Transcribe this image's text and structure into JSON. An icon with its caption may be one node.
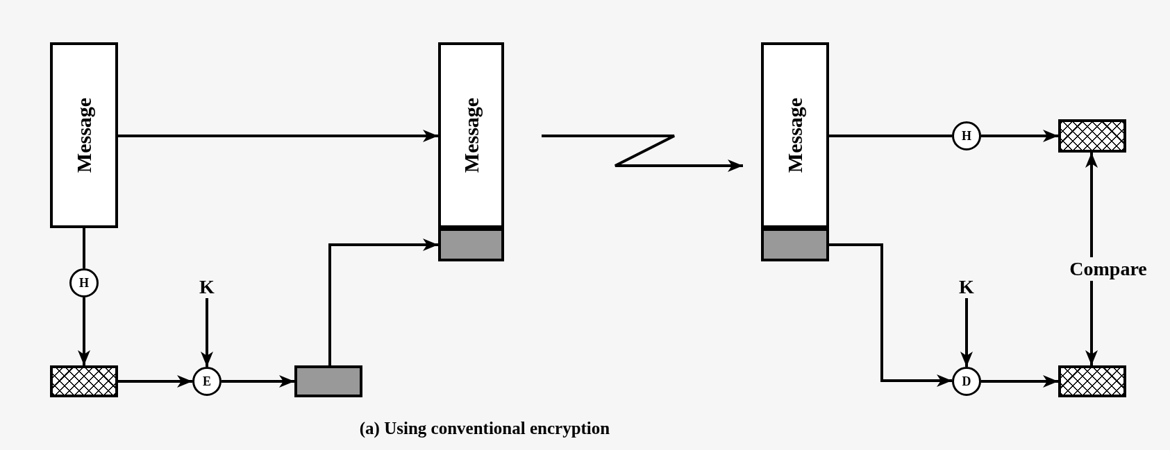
{
  "diagram": {
    "caption": "(a) Using conventional encryption",
    "nodes": [
      {
        "text": [
          "Message"
        ]
      },
      {
        "text": [
          "H"
        ]
      },
      {
        "text": [],
        "shape": "box"
      },
      {
        "text": [
          "K"
        ]
      },
      {
        "text": [
          "E"
        ]
      },
      {
        "text": [],
        "shape": "box"
      },
      {
        "text": [
          "Message"
        ]
      },
      {
        "text": [],
        "shape": "box"
      },
      {
        "text": [
          "Message"
        ]
      },
      {
        "text": [],
        "shape": "box"
      },
      {
        "text": [
          "H"
        ]
      },
      {
        "text": [],
        "shape": "box"
      },
      {
        "text": [
          "Compare"
        ]
      },
      {
        "text": [
          "K"
        ]
      },
      {
        "text": [
          "D"
        ]
      },
      {
        "text": [],
        "shape": "box"
      }
    ],
    "edges": [
      {
        "from": 0,
        "to": 1,
        "arrow": "none"
      },
      {
        "from": 1,
        "to": 2,
        "arrow": "to"
      },
      {
        "from": 3,
        "to": 4,
        "arrow": "to"
      },
      {
        "from": 2,
        "to": 4,
        "arrow": "to"
      },
      {
        "from": 4,
        "to": 5,
        "arrow": "to"
      },
      {
        "from": 5,
        "to": 7,
        "arrow": "to"
      },
      {
        "from": 0,
        "to": 6,
        "arrow": "to"
      },
      {
        "from": 6,
        "to": 8,
        "arrow": "to"
      },
      {
        "from": 8,
        "to": 10,
        "arrow": "none"
      },
      {
        "from": 10,
        "to": 11,
        "arrow": "to"
      },
      {
        "from": 12,
        "to": 11,
        "arrow": "to"
      },
      {
        "from": 12,
        "to": 15,
        "arrow": "to"
      },
      {
        "from": 9,
        "to": 14,
        "arrow": "to"
      },
      {
        "from": 13,
        "to": 14,
        "arrow": "to"
      },
      {
        "from": 14,
        "to": 15,
        "arrow": "to"
      }
    ]
  }
}
